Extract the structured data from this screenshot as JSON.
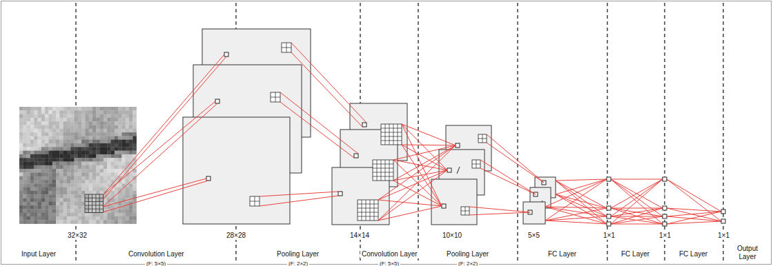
{
  "diagram": {
    "labels": [
      "32×32",
      "28×28",
      "14×14",
      "10×10",
      "5×5",
      "1×1",
      "1×1",
      "1×1",
      "Input Layer",
      "Convolution Layer",
      "(F: 5×5)",
      "Pooling Layer",
      "(F: 2×2)",
      "Convolution Layer",
      "(F: 5×5)",
      "Pooling Layer",
      "(F: 2×2)",
      "FC Layer",
      "FC Layer",
      "FC Layer",
      "Output Layer"
    ]
  }
}
